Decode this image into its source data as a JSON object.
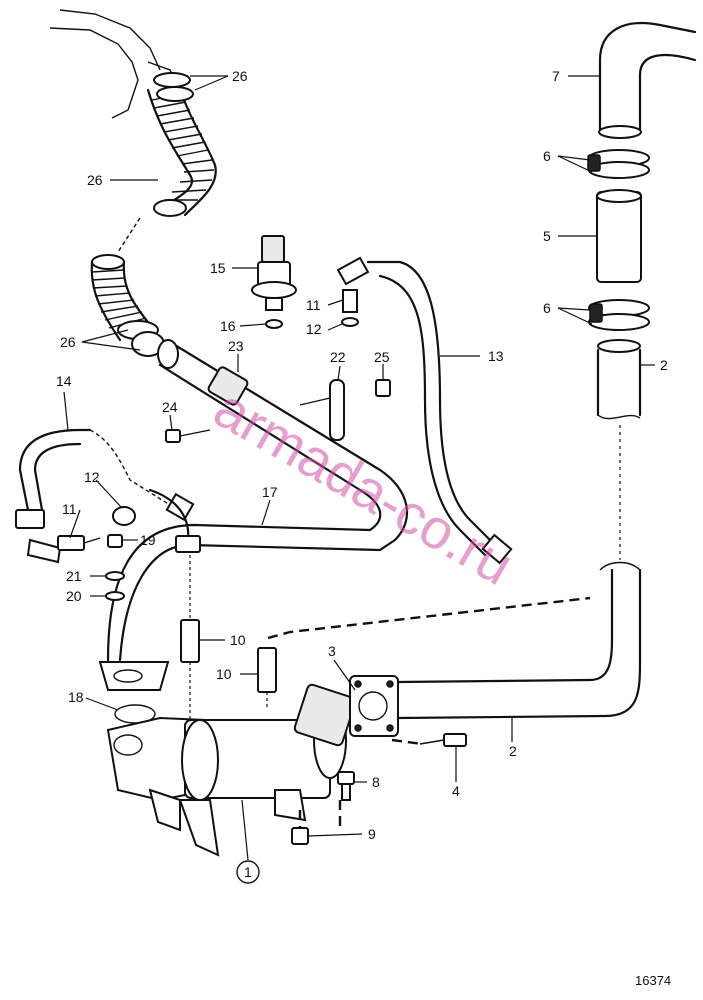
{
  "labels": {
    "l26a": "26",
    "l26b": "26",
    "l26c": "26",
    "l7": "7",
    "l6a": "6",
    "l5": "5",
    "l6b": "6",
    "l2a": "2",
    "l2b": "2",
    "l15": "15",
    "l16": "16",
    "l11a": "11",
    "l12a": "12",
    "l23": "23",
    "l22": "22",
    "l25": "25",
    "l13": "13",
    "l14": "14",
    "l24": "24",
    "l12b": "12",
    "l11b": "11",
    "l19": "19",
    "l21": "21",
    "l20": "20",
    "l17": "17",
    "l10a": "10",
    "l10b": "10",
    "l3": "3",
    "l18": "18",
    "l8": "8",
    "l4": "4",
    "l9": "9",
    "l1": "1"
  },
  "watermark": "armada-co.ru",
  "reference_number": "16374"
}
